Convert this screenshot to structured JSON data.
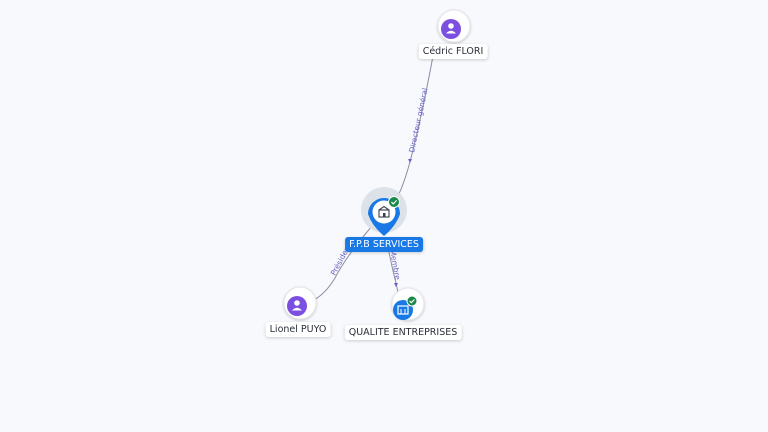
{
  "nodes": {
    "center": {
      "label": "F.P.B SERVICES",
      "type": "company",
      "verified": true
    },
    "director": {
      "label": "Cédric FLORI",
      "type": "person"
    },
    "president": {
      "label": "Lionel PUYO",
      "type": "person"
    },
    "member": {
      "label": "QUALITE ENTREPRISES",
      "type": "company",
      "verified": true
    }
  },
  "edges": {
    "director": {
      "label": "Directeur général"
    },
    "president": {
      "label": "Président"
    },
    "member": {
      "label": "Membre"
    }
  },
  "colors": {
    "company": "#1778e6",
    "person": "#7b4fe0",
    "verified": "#1a8a4a",
    "edge_label": "#6a63c7"
  },
  "icons": {
    "person": "person-icon",
    "company": "building-icon",
    "verified": "check-icon"
  }
}
